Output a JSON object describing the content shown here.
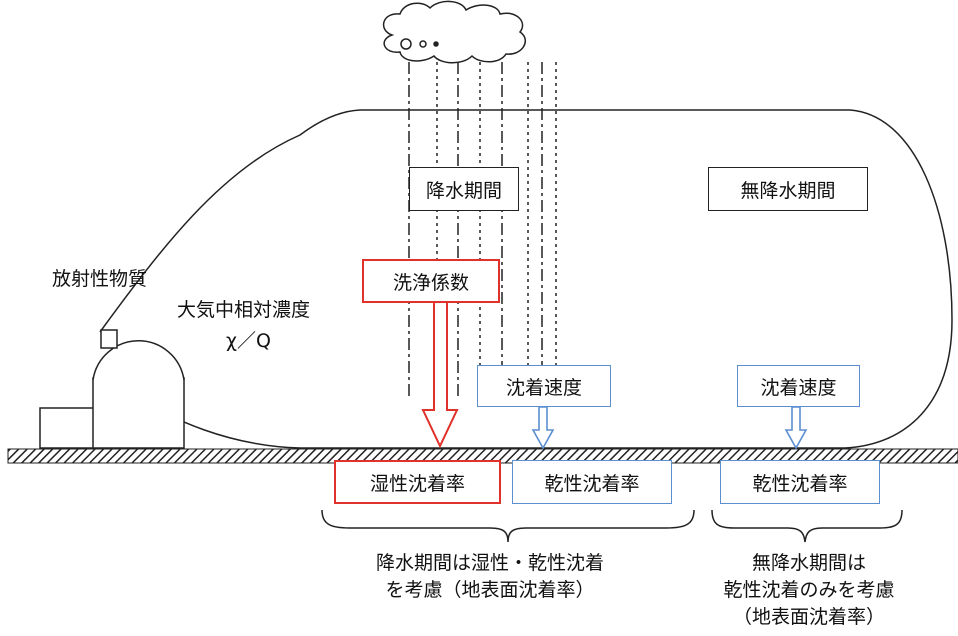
{
  "substance_label": "放射性物質",
  "concentration": {
    "line1": "大気中相対濃度",
    "line2": "χ／Q"
  },
  "precip_period": "降水期間",
  "no_precip_period": "無降水期間",
  "washout_coefficient": "洗浄係数",
  "deposition_velocity_rain": "沈着速度",
  "deposition_velocity_dry": "沈着速度",
  "wet_deposition_rate": "湿性沈着率",
  "dry_deposition_rate_rain": "乾性沈着率",
  "dry_deposition_rate_dry": "乾性沈着率",
  "caption_rain": {
    "line1": "降水期間は湿性・乾性沈着",
    "line2": "を考慮（地表面沈着率）"
  },
  "caption_dry": {
    "line1": "無降水期間は",
    "line2": "乾性沈着のみを考慮",
    "line3": "（地表面沈着率）"
  },
  "colors": {
    "wet": "#e0312b",
    "dry": "#5b8fd1",
    "line": "#222222"
  }
}
